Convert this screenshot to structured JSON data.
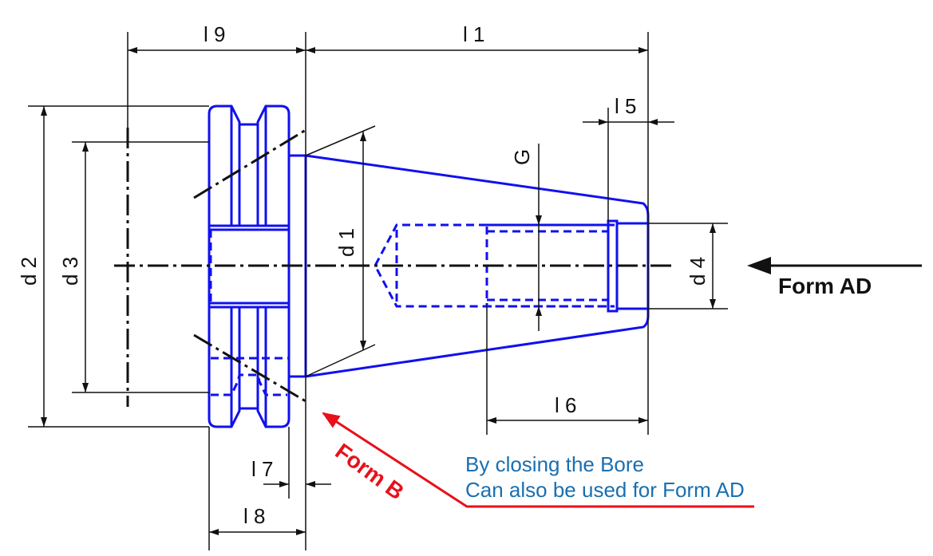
{
  "dimensions": {
    "l9": "l 9",
    "l1": "l 1",
    "l5": "l 5",
    "G": "G",
    "d1": "d 1",
    "d2": "d 2",
    "d3": "d 3",
    "d4": "d 4",
    "l6": "l 6",
    "l7": "l 7",
    "l8": "l 8"
  },
  "form_ad": {
    "label": "Form AD"
  },
  "form_b": {
    "label": "Form B"
  },
  "note": {
    "line1": "By closing the Bore",
    "line2": "Can also be used for Form AD"
  },
  "colors": {
    "part": "#1010f0",
    "dimension": "#111111",
    "form_b": "#e8101a",
    "note": "#1a6fb0"
  }
}
